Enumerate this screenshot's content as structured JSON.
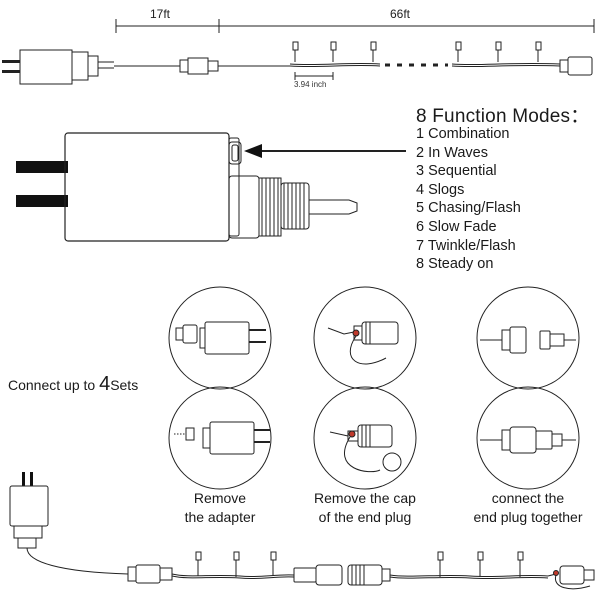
{
  "top_dims": {
    "lead": "17ft",
    "length": "66ft",
    "spacing": "3.94 inch"
  },
  "modes": {
    "title": "8 Function Modes：",
    "items": [
      "1 Combination",
      "2 In Waves",
      "3 Sequential",
      "4 Slogs",
      "5 Chasing/Flash",
      "6 Slow Fade",
      "7 Twinkle/Flash",
      "8 Steady on"
    ]
  },
  "connect": {
    "prefix": "Connect up to ",
    "count": "4",
    "suffix": "Sets"
  },
  "steps": [
    {
      "line1": "Remove",
      "line2": "the adapter"
    },
    {
      "line1": "Remove the cap",
      "line2": "of the end plug"
    },
    {
      "line1": "connect the",
      "line2": "end plug together"
    }
  ]
}
